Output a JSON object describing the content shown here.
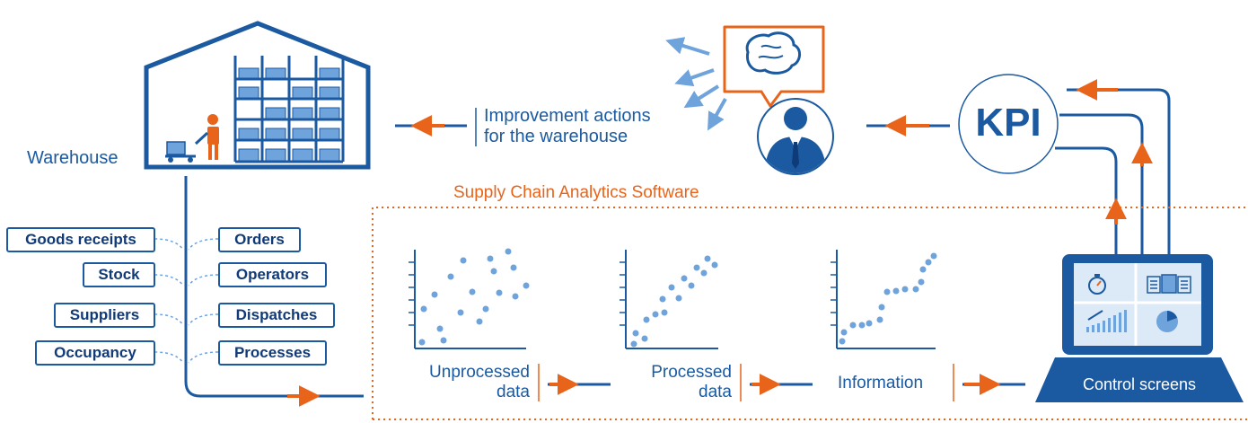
{
  "warehouse": {
    "label": "Warehouse"
  },
  "improvement": {
    "line1": "Improvement actions",
    "line2": "for the warehouse"
  },
  "kpi": {
    "label": "KPI"
  },
  "software": {
    "title": "Supply Chain Analytics Software"
  },
  "sources": {
    "left": [
      "Goods receipts",
      "Stock",
      "Suppliers",
      "Occupancy"
    ],
    "right": [
      "Orders",
      "Operators",
      "Dispatches",
      "Processes"
    ]
  },
  "stages": {
    "unprocessed": {
      "line1": "Unprocessed",
      "line2": "data"
    },
    "processed": {
      "line1": "Processed",
      "line2": "data"
    },
    "information": {
      "label": "Information"
    },
    "control": {
      "label": "Control screens"
    }
  },
  "colors": {
    "blue": "#1b5aa0",
    "orange": "#e8641b",
    "light_blue": "#6fa3dc"
  }
}
